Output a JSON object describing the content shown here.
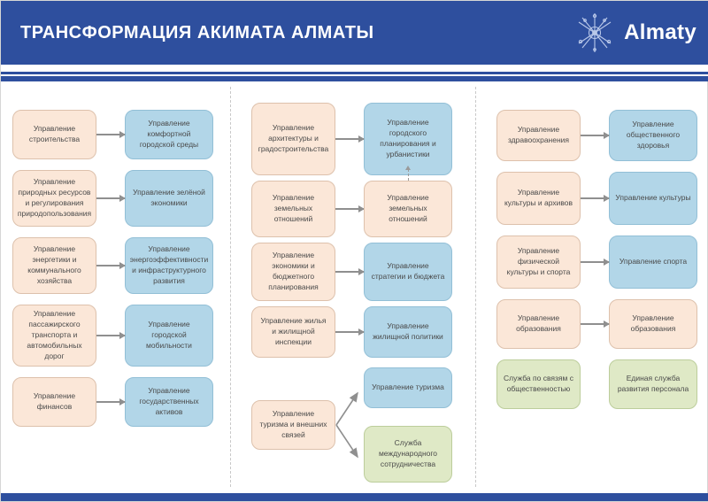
{
  "header": {
    "title": "ТРАНСФОРМАЦИЯ АКИМАТА АЛМАТЫ",
    "brand": "Almaty"
  },
  "colors": {
    "header_blue": "#2e4f9e",
    "old_department_box": "#fbe7d8",
    "new_department_box": "#b2d6e8",
    "service_box": "#dfe9c6",
    "arrow_gray": "#8f8f8f"
  },
  "columns": [
    {
      "rows": [
        {
          "from": "Управление строительства",
          "to": "Управление комфортной городской среды",
          "to_style": "blue"
        },
        {
          "from": "Управление природных ресурсов и регулирования природопользования",
          "to": "Управление зелёной экономики",
          "to_style": "blue"
        },
        {
          "from": "Управление энергетики и коммунального хозяйства",
          "to": "Управление энергоэффективности и инфраструктурного развития",
          "to_style": "blue"
        },
        {
          "from": "Управление пассажирского транспорта и автомобильных дорог",
          "to": "Управление городской мобильности",
          "to_style": "blue"
        },
        {
          "from": "Управление финансов",
          "to": "Управление государственных активов",
          "to_style": "blue"
        }
      ]
    },
    {
      "rows": [
        {
          "from": "Управление архитектуры и градостроительства",
          "to": "Управление городского планирования и урбанистики",
          "to_style": "blue"
        },
        {
          "from": "Управление земельных отношений",
          "to": "Управление земельных отношений",
          "to_style": "peach"
        },
        {
          "from": "Управление экономики и бюджетного планирования",
          "to": "Управление стратегии и бюджета",
          "to_style": "blue"
        },
        {
          "from": "Управление жилья и жилищной инспекции",
          "to": "Управление жилищной политики",
          "to_style": "blue"
        }
      ],
      "tourism": {
        "from": "Управление туризма и внешних связей",
        "to_blue": "Управление туризма",
        "to_green": "Служба международного сотрудничества"
      }
    },
    {
      "rows": [
        {
          "from": "Управление здравоохранения",
          "to": "Управление общественного здоровья",
          "to_style": "blue"
        },
        {
          "from": "Управление культуры и архивов",
          "to": "Управление культуры",
          "to_style": "blue"
        },
        {
          "from": "Управление физической культуры и спорта",
          "to": "Управление спорта",
          "to_style": "blue"
        },
        {
          "from": "Управление образования",
          "to": "Управление образования",
          "to_style": "peach"
        }
      ],
      "services": [
        "Служба по связям с общественностью",
        "Единая служба развития персонала"
      ]
    }
  ]
}
